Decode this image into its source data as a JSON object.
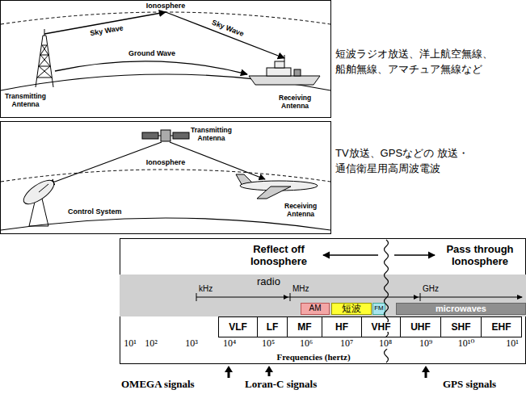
{
  "diagram": {
    "nodes": [
      {
        "text": [
          "radio",
          "kHz",
          "MHz",
          "GHz"
        ]
      },
      {
        "text": [
          "AM"
        ],
        "in": 0
      },
      {
        "text": [
          "短波"
        ],
        "in": 0
      },
      {
        "text": [
          "FM"
        ],
        "in": 0
      },
      {
        "text": [
          "microwaves"
        ],
        "in": 0
      },
      {
        "text": [
          "VLF"
        ]
      },
      {
        "text": [
          "LF"
        ]
      },
      {
        "text": [
          "MF"
        ]
      },
      {
        "text": [
          "HF"
        ]
      },
      {
        "text": [
          "VHF"
        ]
      },
      {
        "text": [
          "UHF"
        ]
      },
      {
        "text": [
          "SHF"
        ]
      },
      {
        "text": [
          "EHF"
        ]
      }
    ],
    "labels": [
      "Ionosphere",
      "Sky Wave",
      "Sky Wave",
      "Ground Wave",
      "Transmitting Antenna",
      "Receiving Antenna",
      "短波ラジオ放送、洋上航空無線、 船舶無線、アマチュア無線など",
      "Transmitting Antenna",
      "Ionosphere",
      "Control System",
      "Receiving Antenna",
      "TV放送、GPSなどの 放送・通信衛星用高周波電波",
      "Reflect off Ionosphere",
      "Pass through Ionosphere",
      "10¹",
      "10²",
      "10³",
      "10⁴",
      "10⁵",
      "10⁶",
      "10⁷",
      "10⁸",
      "10⁹",
      "10¹⁰",
      "10¹",
      "Frequencies (hertz)",
      "OMEGA signals",
      "Loran-C signals",
      "GPS signals"
    ]
  }
}
